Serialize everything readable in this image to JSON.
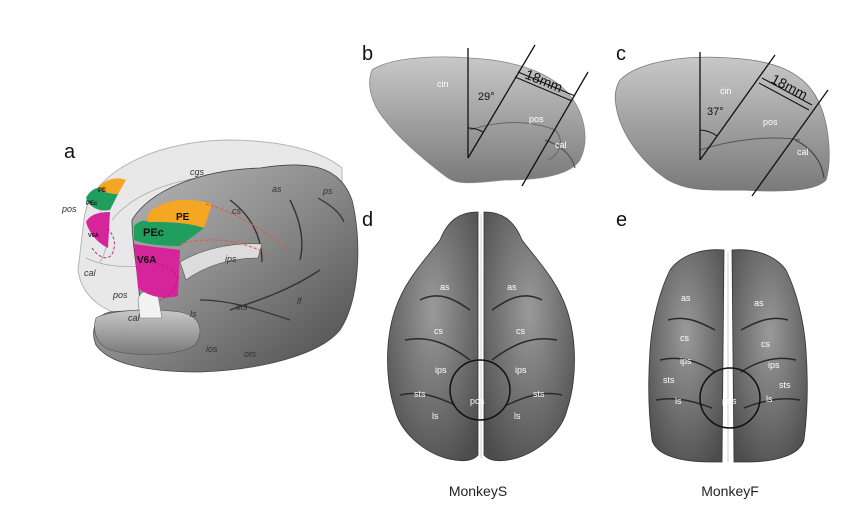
{
  "panels": {
    "a": {
      "letter": "a",
      "areas": {
        "pe": "PE",
        "pec": "PEc",
        "v6a": "V6A"
      },
      "medial_sulci": {
        "cgs": "cgs",
        "pos": "pos",
        "cal1": "cal",
        "cal2": "cal",
        "pos2": "pos"
      },
      "lateral_sulci": {
        "as": "as",
        "ps": "ps",
        "cs": "cs",
        "ips": "ips",
        "sts": "sts",
        "lf": "lf",
        "ls": "ls",
        "ios": "ios",
        "ots": "ots"
      }
    },
    "b": {
      "letter": "b",
      "angle": "29°",
      "distance": "18mm",
      "labels": {
        "cin": "cin",
        "pos": "pos",
        "cal": "cal"
      }
    },
    "c": {
      "letter": "c",
      "angle": "37°",
      "distance": "18mm",
      "labels": {
        "cin": "cin",
        "pos": "pos",
        "cal": "cal"
      }
    },
    "d": {
      "letter": "d",
      "caption": "MonkeyS",
      "labels": {
        "as_l": "as",
        "as_r": "as",
        "cs_l": "cs",
        "cs_r": "cs",
        "ips_l": "ips",
        "ips_r": "ips",
        "sts_l": "sts",
        "sts_r": "sts",
        "ls_l": "ls",
        "ls_r": "ls",
        "pos": "pos"
      }
    },
    "e": {
      "letter": "e",
      "caption": "MonkeyF",
      "labels": {
        "as_l": "as",
        "as_r": "as",
        "cs_l": "cs",
        "cs_r": "cs",
        "ips_l": "ips",
        "ips_r": "ips",
        "sts_l": "sts",
        "sts_r": "sts",
        "ls_l": "ls",
        "ls_r": "ls",
        "pos": "pos"
      }
    }
  },
  "colors": {
    "pe": "#f5a623",
    "pec": "#1f9e5e",
    "v6a": "#d6249a",
    "dashed": "#e5533b",
    "v6a_dash": "#c01870"
  }
}
